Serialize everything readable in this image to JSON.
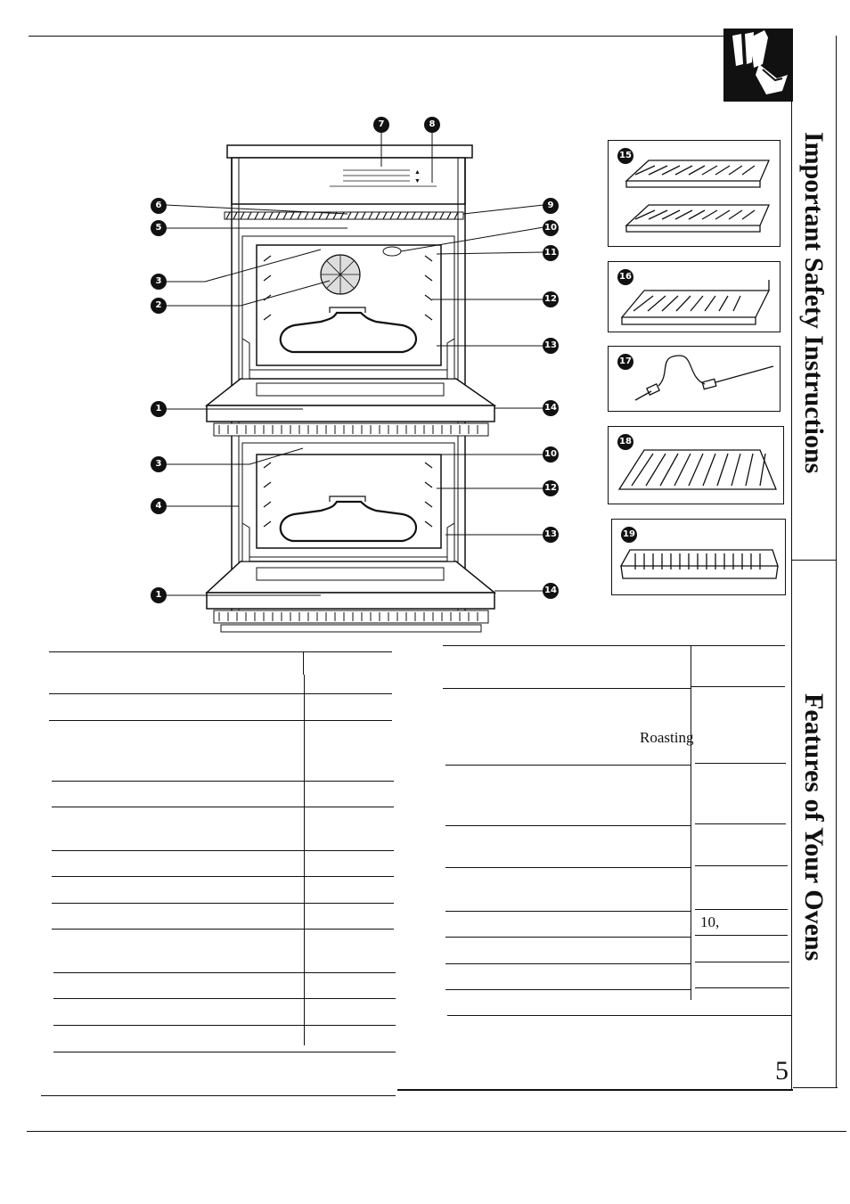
{
  "page": {
    "number": "5"
  },
  "side_tabs": {
    "tab1": "Important Safety Instructions",
    "tab2": "Features of Your Ovens"
  },
  "diagram": {
    "callouts_left": [
      "6",
      "5",
      "3",
      "2",
      "1",
      "3",
      "4",
      "1"
    ],
    "callouts_right": [
      "9",
      "10",
      "11",
      "12",
      "13",
      "14",
      "10",
      "12",
      "13",
      "14"
    ],
    "callouts_top": [
      "7",
      "8"
    ],
    "accessories": [
      "15",
      "16",
      "17",
      "18",
      "19"
    ]
  },
  "table_right": {
    "visible_fragments": [
      "Roasting",
      "10,"
    ]
  },
  "icons": {
    "header_tab": "hand-pointing-icon"
  }
}
